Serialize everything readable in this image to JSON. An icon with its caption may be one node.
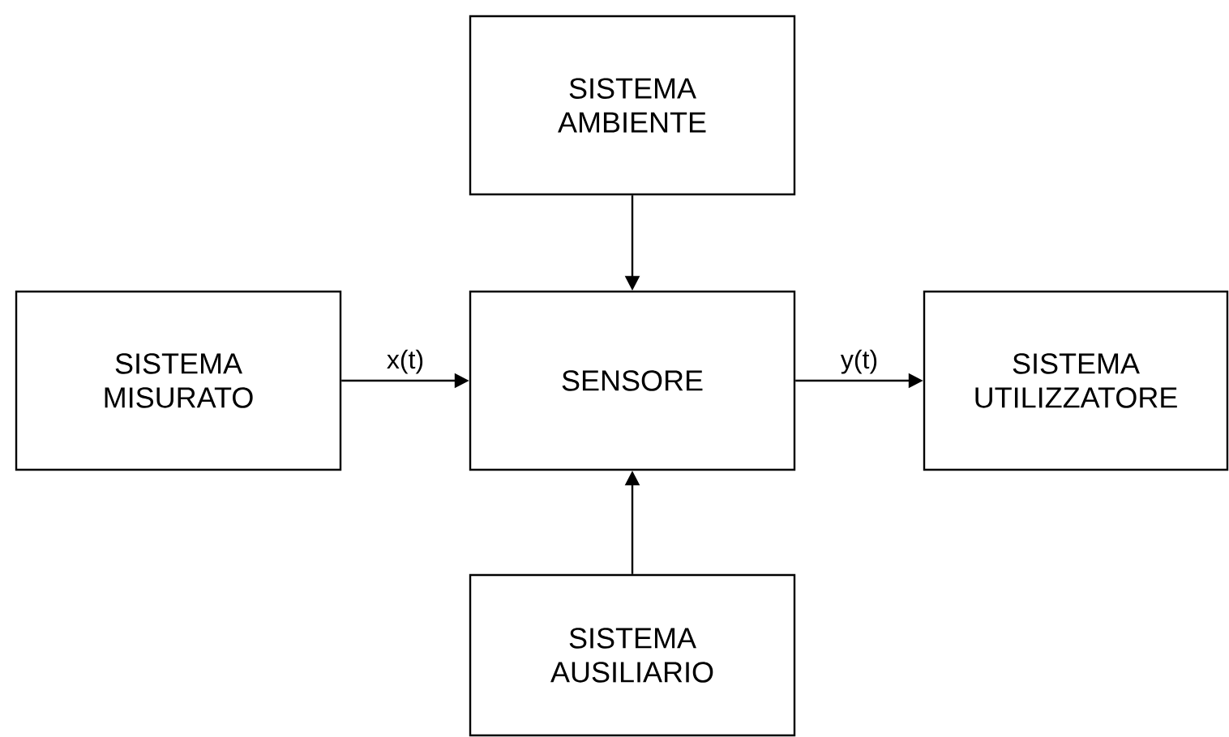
{
  "diagram": {
    "nodes": [
      {
        "text": [
          "SISTEMA AMBIENTE"
        ]
      },
      {
        "text": [
          "SISTEMA MISURATO"
        ]
      },
      {
        "text": [
          "SENSORE"
        ]
      },
      {
        "text": [
          "SISTEMA UTILIZZATORE"
        ]
      },
      {
        "text": [
          "SISTEMA AUSILIARIO"
        ]
      }
    ],
    "edges": [
      {
        "from": 0,
        "to": 2,
        "arrow": "to"
      },
      {
        "from": 1,
        "to": 2,
        "arrow": "to",
        "label": "x(t)"
      },
      {
        "from": 2,
        "to": 3,
        "arrow": "to",
        "label": "y(t)"
      },
      {
        "from": 4,
        "to": 2,
        "arrow": "to"
      }
    ]
  }
}
